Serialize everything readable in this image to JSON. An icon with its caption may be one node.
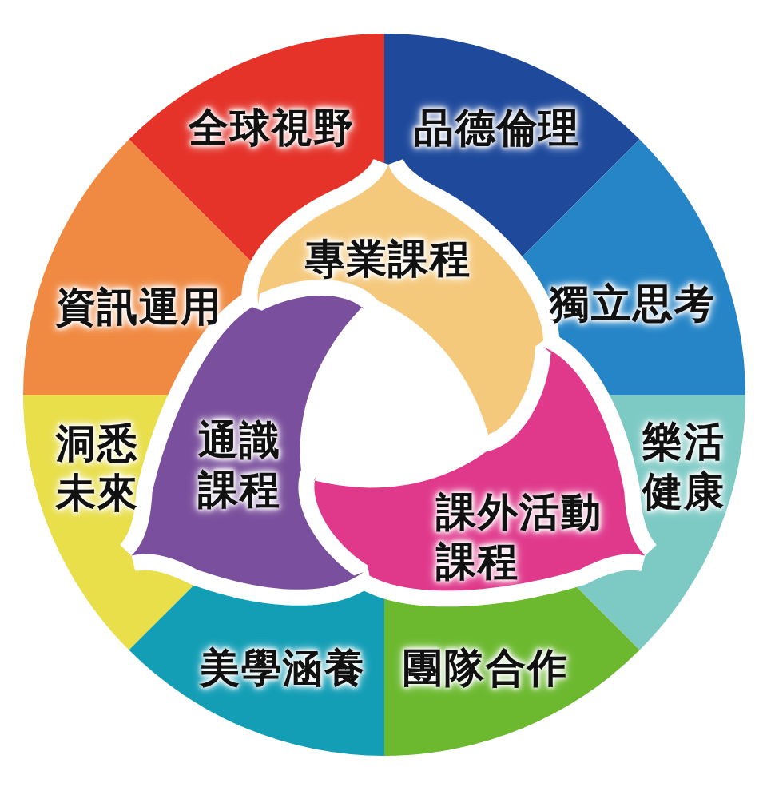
{
  "diagram": {
    "nodes": [
      {
        "text": [
          "全球視野"
        ]
      },
      {
        "text": [
          "品德倫理"
        ]
      },
      {
        "text": [
          "專業課程"
        ]
      },
      {
        "text": [
          "資訊運用"
        ]
      },
      {
        "text": [
          "獨立思考"
        ]
      },
      {
        "text": [
          "洞悉未來"
        ]
      },
      {
        "text": [
          "通識課程"
        ]
      },
      {
        "text": [
          "課外活動課程"
        ]
      },
      {
        "text": [
          "樂活健康"
        ]
      },
      {
        "text": [
          "美學涵養"
        ]
      },
      {
        "text": [
          "團隊合作"
        ]
      }
    ]
  }
}
